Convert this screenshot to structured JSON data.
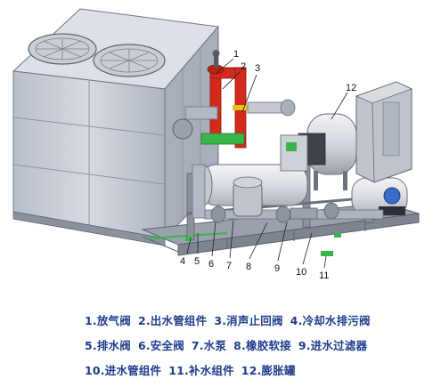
{
  "callouts": [
    {
      "id": "1",
      "text": "1"
    },
    {
      "id": "2",
      "text": "2"
    },
    {
      "id": "3",
      "text": "3"
    },
    {
      "id": "4",
      "text": "4"
    },
    {
      "id": "5",
      "text": "5"
    },
    {
      "id": "6",
      "text": "6"
    },
    {
      "id": "7",
      "text": "7"
    },
    {
      "id": "8",
      "text": "8"
    },
    {
      "id": "9",
      "text": "9"
    },
    {
      "id": "10",
      "text": "10"
    },
    {
      "id": "11",
      "text": "11"
    },
    {
      "id": "12",
      "text": "12"
    }
  ],
  "legend": [
    [
      "1.放气阀",
      "2.出水管组件",
      "3.消声止回阀",
      "4.冷却水排污阀"
    ],
    [
      "5.排水阀",
      "6.安全阀",
      "7.水泵",
      "8.橡胶软接",
      "9.进水过滤器"
    ],
    [
      "10.进水管组件",
      "11.补水组件",
      "12.膨胀罐"
    ]
  ],
  "colors": {
    "legend_text": "#1f3d8c",
    "cabinet": "#c7ccd6",
    "frame": "#7d8592",
    "red_pipe": "#d42a1e",
    "green_pipe": "#39b54a",
    "tank": "#e6e8ec"
  }
}
